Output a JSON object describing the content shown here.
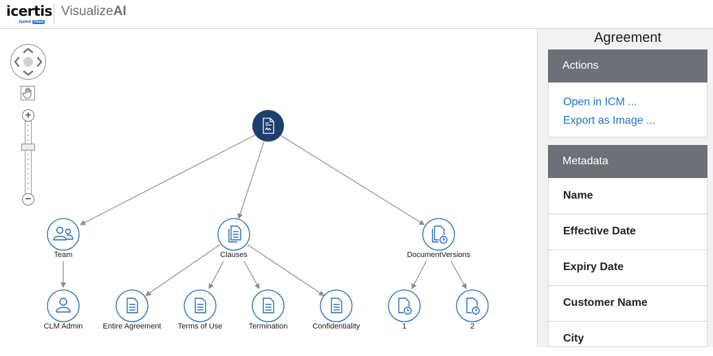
{
  "header": {
    "logo_text": "icertis",
    "logo_sub_prefix": "Applied",
    "logo_sub_box": "Cloud",
    "app_title_light": "Visualize",
    "app_title_bold": "AI"
  },
  "graph": {
    "nodes": {
      "root": {
        "label": "",
        "icon": "agreement-document-icon"
      },
      "team": {
        "label": "Team",
        "icon": "team-icon"
      },
      "clauses": {
        "label": "Clauses",
        "icon": "clauses-icon"
      },
      "docversions": {
        "label": "DocumentVersions",
        "icon": "document-versions-icon"
      },
      "clm_admin": {
        "label": "CLM Admin",
        "icon": "user-icon"
      },
      "entire_agreement": {
        "label": "Entire Agreement",
        "icon": "document-icon"
      },
      "terms_of_use": {
        "label": "Terms of Use",
        "icon": "document-icon"
      },
      "termination": {
        "label": "Termination",
        "icon": "document-icon"
      },
      "confidentiality": {
        "label": "Confidentiality",
        "icon": "document-icon"
      },
      "version_1": {
        "label": "1",
        "icon": "document-version-icon"
      },
      "version_2": {
        "label": "2",
        "icon": "document-version-icon"
      }
    },
    "colors": {
      "node_stroke": "#1f6bb5",
      "root_fill": "#1c3f6e",
      "edge": "#8c8c8c"
    }
  },
  "panel": {
    "title": "Agreement",
    "actions_header": "Actions",
    "actions": [
      "Open in ICM ...",
      "Export as Image ..."
    ],
    "metadata_header": "Metadata",
    "metadata_fields": [
      "Name",
      "Effective Date",
      "Expiry Date",
      "Customer Name",
      "City"
    ]
  }
}
